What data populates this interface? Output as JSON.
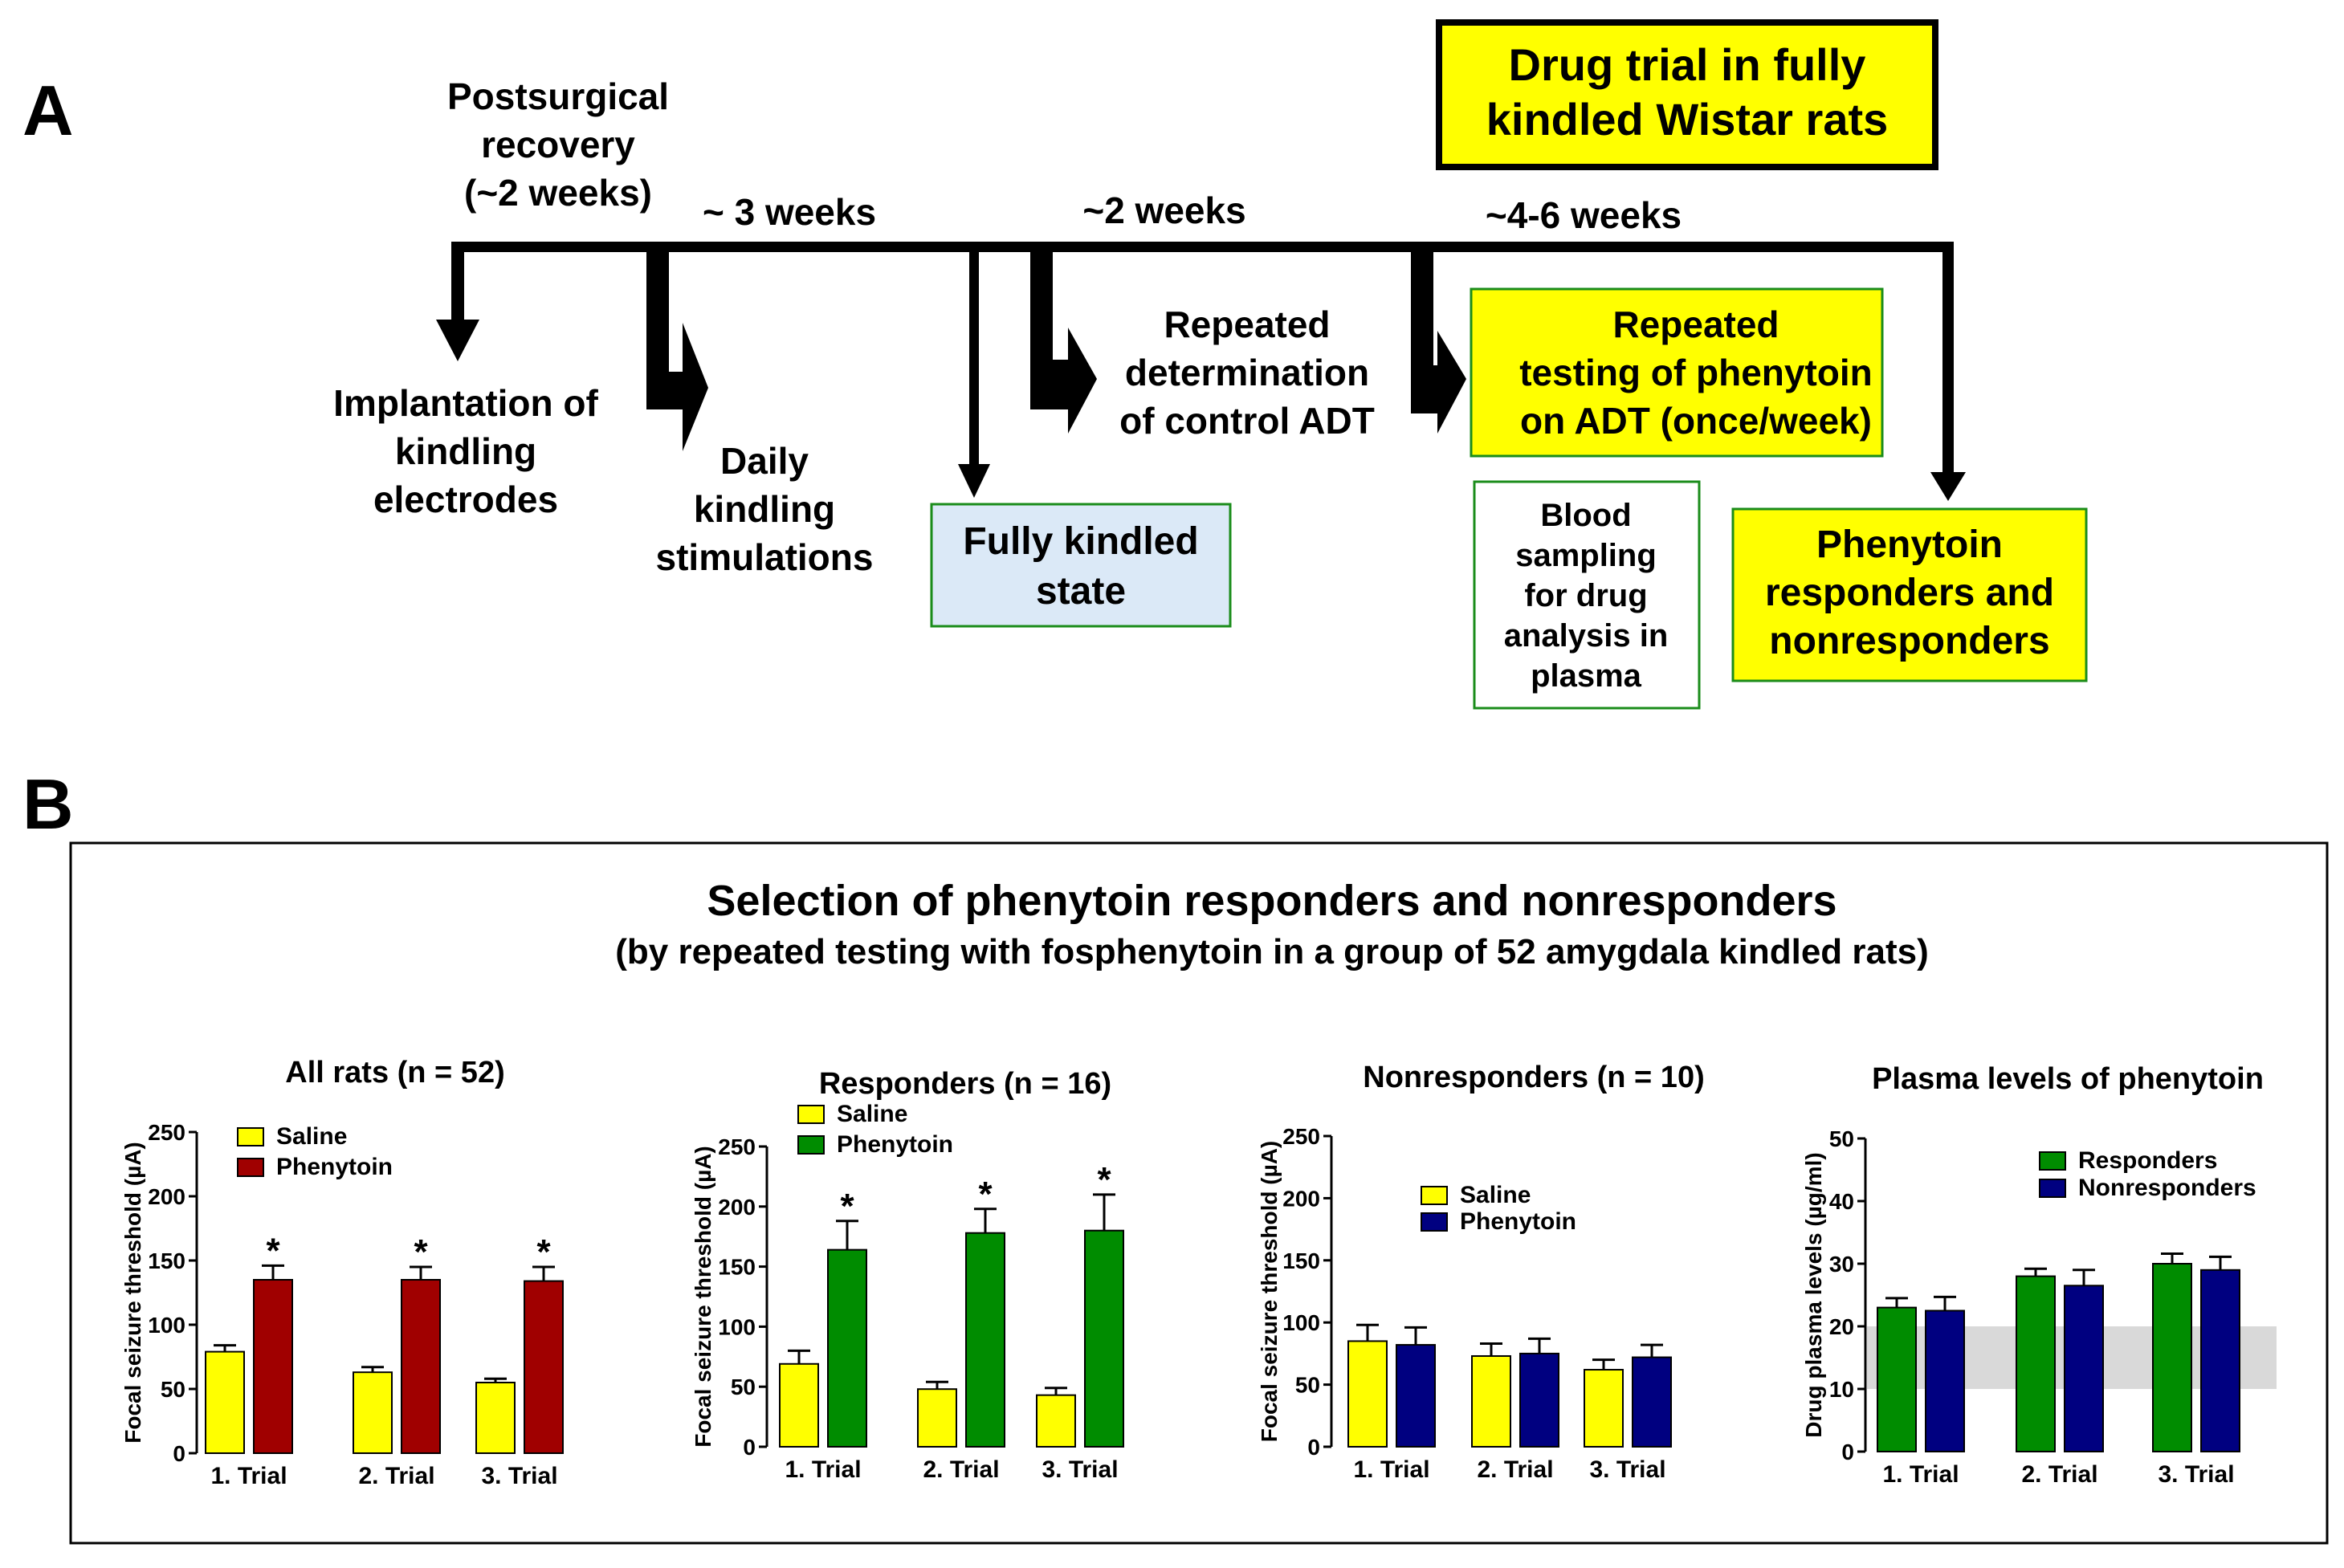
{
  "panel_a": {
    "label": "A",
    "title_box": "Drug trial in fully|kindled Wistar rats",
    "periods": [
      {
        "text": "Postsurgical|recovery|(~2 weeks)"
      },
      {
        "text": "~ 3 weeks"
      },
      {
        "text": "~2 weeks"
      },
      {
        "text": "~4-6 weeks"
      }
    ],
    "steps": [
      {
        "text": "Implantation of|kindling|electrodes"
      },
      {
        "text": "Daily|kindling|stimulations"
      },
      {
        "text": "Fully kindled|state"
      },
      {
        "text": "Repeated|determination|of control ADT"
      },
      {
        "text": "Repeated|testing of phenytoin|on ADT (once/week)"
      },
      {
        "text": "Blood|sampling|for drug|analysis in|plasma"
      },
      {
        "text": "Phenytoin|responders and|nonresponders"
      }
    ]
  },
  "panel_b": {
    "label": "B",
    "title": "Selection of phenytoin responders and nonresponders",
    "subtitle": "(by repeated testing with fosphenytoin in a group of 52 amygdala kindled rats)"
  },
  "colors": {
    "yellow": "#ffff00",
    "dark_red": "#a00000",
    "green": "#008c00",
    "navy": "#000080",
    "light_blue": "#dbe9f7",
    "box_border_green": "#1a8c1a",
    "band_gray": "#d9d9d9"
  },
  "chart_data": [
    {
      "type": "bar",
      "title": "All rats (n = 52)",
      "ylabel": "Focal seizure threshold (µA)",
      "xlabel": "",
      "ylim": [
        0,
        250
      ],
      "yticks": [
        "0",
        "50",
        "100",
        "150",
        "200",
        "250"
      ],
      "categories": [
        "1. Trial",
        "2. Trial",
        "3. Trial"
      ],
      "legend": "top-left",
      "series": [
        {
          "name": "Saline",
          "color": "#ffff00",
          "values": [
            79,
            63,
            55
          ],
          "errors": [
            5,
            4,
            3
          ]
        },
        {
          "name": "Phenytoin",
          "color": "#a00000",
          "values": [
            135,
            135,
            134
          ],
          "errors": [
            11,
            10,
            11
          ]
        }
      ],
      "annotations": [
        "*",
        "*",
        "*"
      ],
      "annotation_series": 1
    },
    {
      "type": "bar",
      "title": "Responders (n = 16)",
      "ylabel": "Focal seizure threshold (µA)",
      "xlabel": "",
      "ylim": [
        0,
        250
      ],
      "yticks": [
        "0",
        "50",
        "100",
        "150",
        "200",
        "250"
      ],
      "categories": [
        "1. Trial",
        "2. Trial",
        "3. Trial"
      ],
      "legend": "top-left",
      "series": [
        {
          "name": "Saline",
          "color": "#ffff00",
          "values": [
            69,
            48,
            43
          ],
          "errors": [
            11,
            6,
            6
          ]
        },
        {
          "name": "Phenytoin",
          "color": "#008c00",
          "values": [
            164,
            178,
            180
          ],
          "errors": [
            24,
            20,
            30
          ]
        }
      ],
      "annotations": [
        "*",
        "*",
        "*"
      ],
      "annotation_series": 1
    },
    {
      "type": "bar",
      "title": "Nonresponders (n = 10)",
      "ylabel": "Focal seizure threshold (µA)",
      "xlabel": "",
      "ylim": [
        0,
        250
      ],
      "yticks": [
        "0",
        "50",
        "100",
        "150",
        "200",
        "250"
      ],
      "categories": [
        "1. Trial",
        "2. Trial",
        "3. Trial"
      ],
      "legend": "center-left",
      "series": [
        {
          "name": "Saline",
          "color": "#ffff00",
          "values": [
            85,
            73,
            62
          ],
          "errors": [
            13,
            10,
            8
          ]
        },
        {
          "name": "Phenytoin",
          "color": "#000080",
          "values": [
            82,
            75,
            72
          ],
          "errors": [
            14,
            12,
            10
          ]
        }
      ],
      "annotations": [],
      "annotation_series": 1
    },
    {
      "type": "bar",
      "title": "Plasma levels of phenytoin",
      "ylabel": "Drug plasma levels (µg/ml)",
      "xlabel": "",
      "ylim": [
        0,
        50
      ],
      "yticks": [
        "0",
        "10",
        "20",
        "30",
        "40",
        "50"
      ],
      "categories": [
        "1. Trial",
        "2. Trial",
        "3. Trial"
      ],
      "legend": "top-right",
      "shaded_range": [
        10,
        20
      ],
      "series": [
        {
          "name": "Responders",
          "color": "#008c00",
          "values": [
            23,
            28,
            30
          ],
          "errors": [
            1.5,
            1.2,
            1.6
          ]
        },
        {
          "name": "Nonresponders",
          "color": "#000080",
          "values": [
            22.5,
            26.5,
            29
          ],
          "errors": [
            2.2,
            2.5,
            2.1
          ]
        }
      ],
      "annotations": [],
      "annotation_series": 1
    }
  ]
}
